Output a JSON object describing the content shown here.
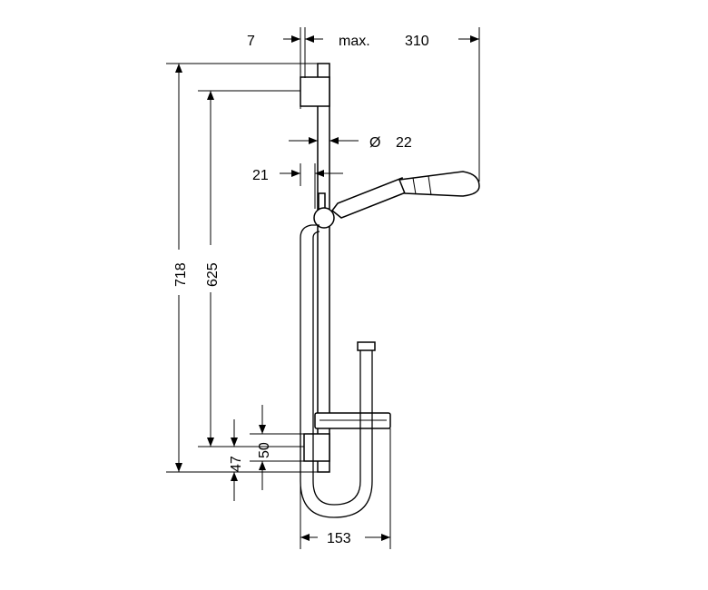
{
  "dimensions": {
    "top_offset": "7",
    "max_label": "max.",
    "projection": "310",
    "diameter_symbol": "Ø",
    "diameter": "22",
    "holder_offset": "21",
    "total_height": "718",
    "bracket_spacing": "625",
    "lower_offset_a": "50",
    "lower_offset_b": "47",
    "hose_width": "153"
  }
}
